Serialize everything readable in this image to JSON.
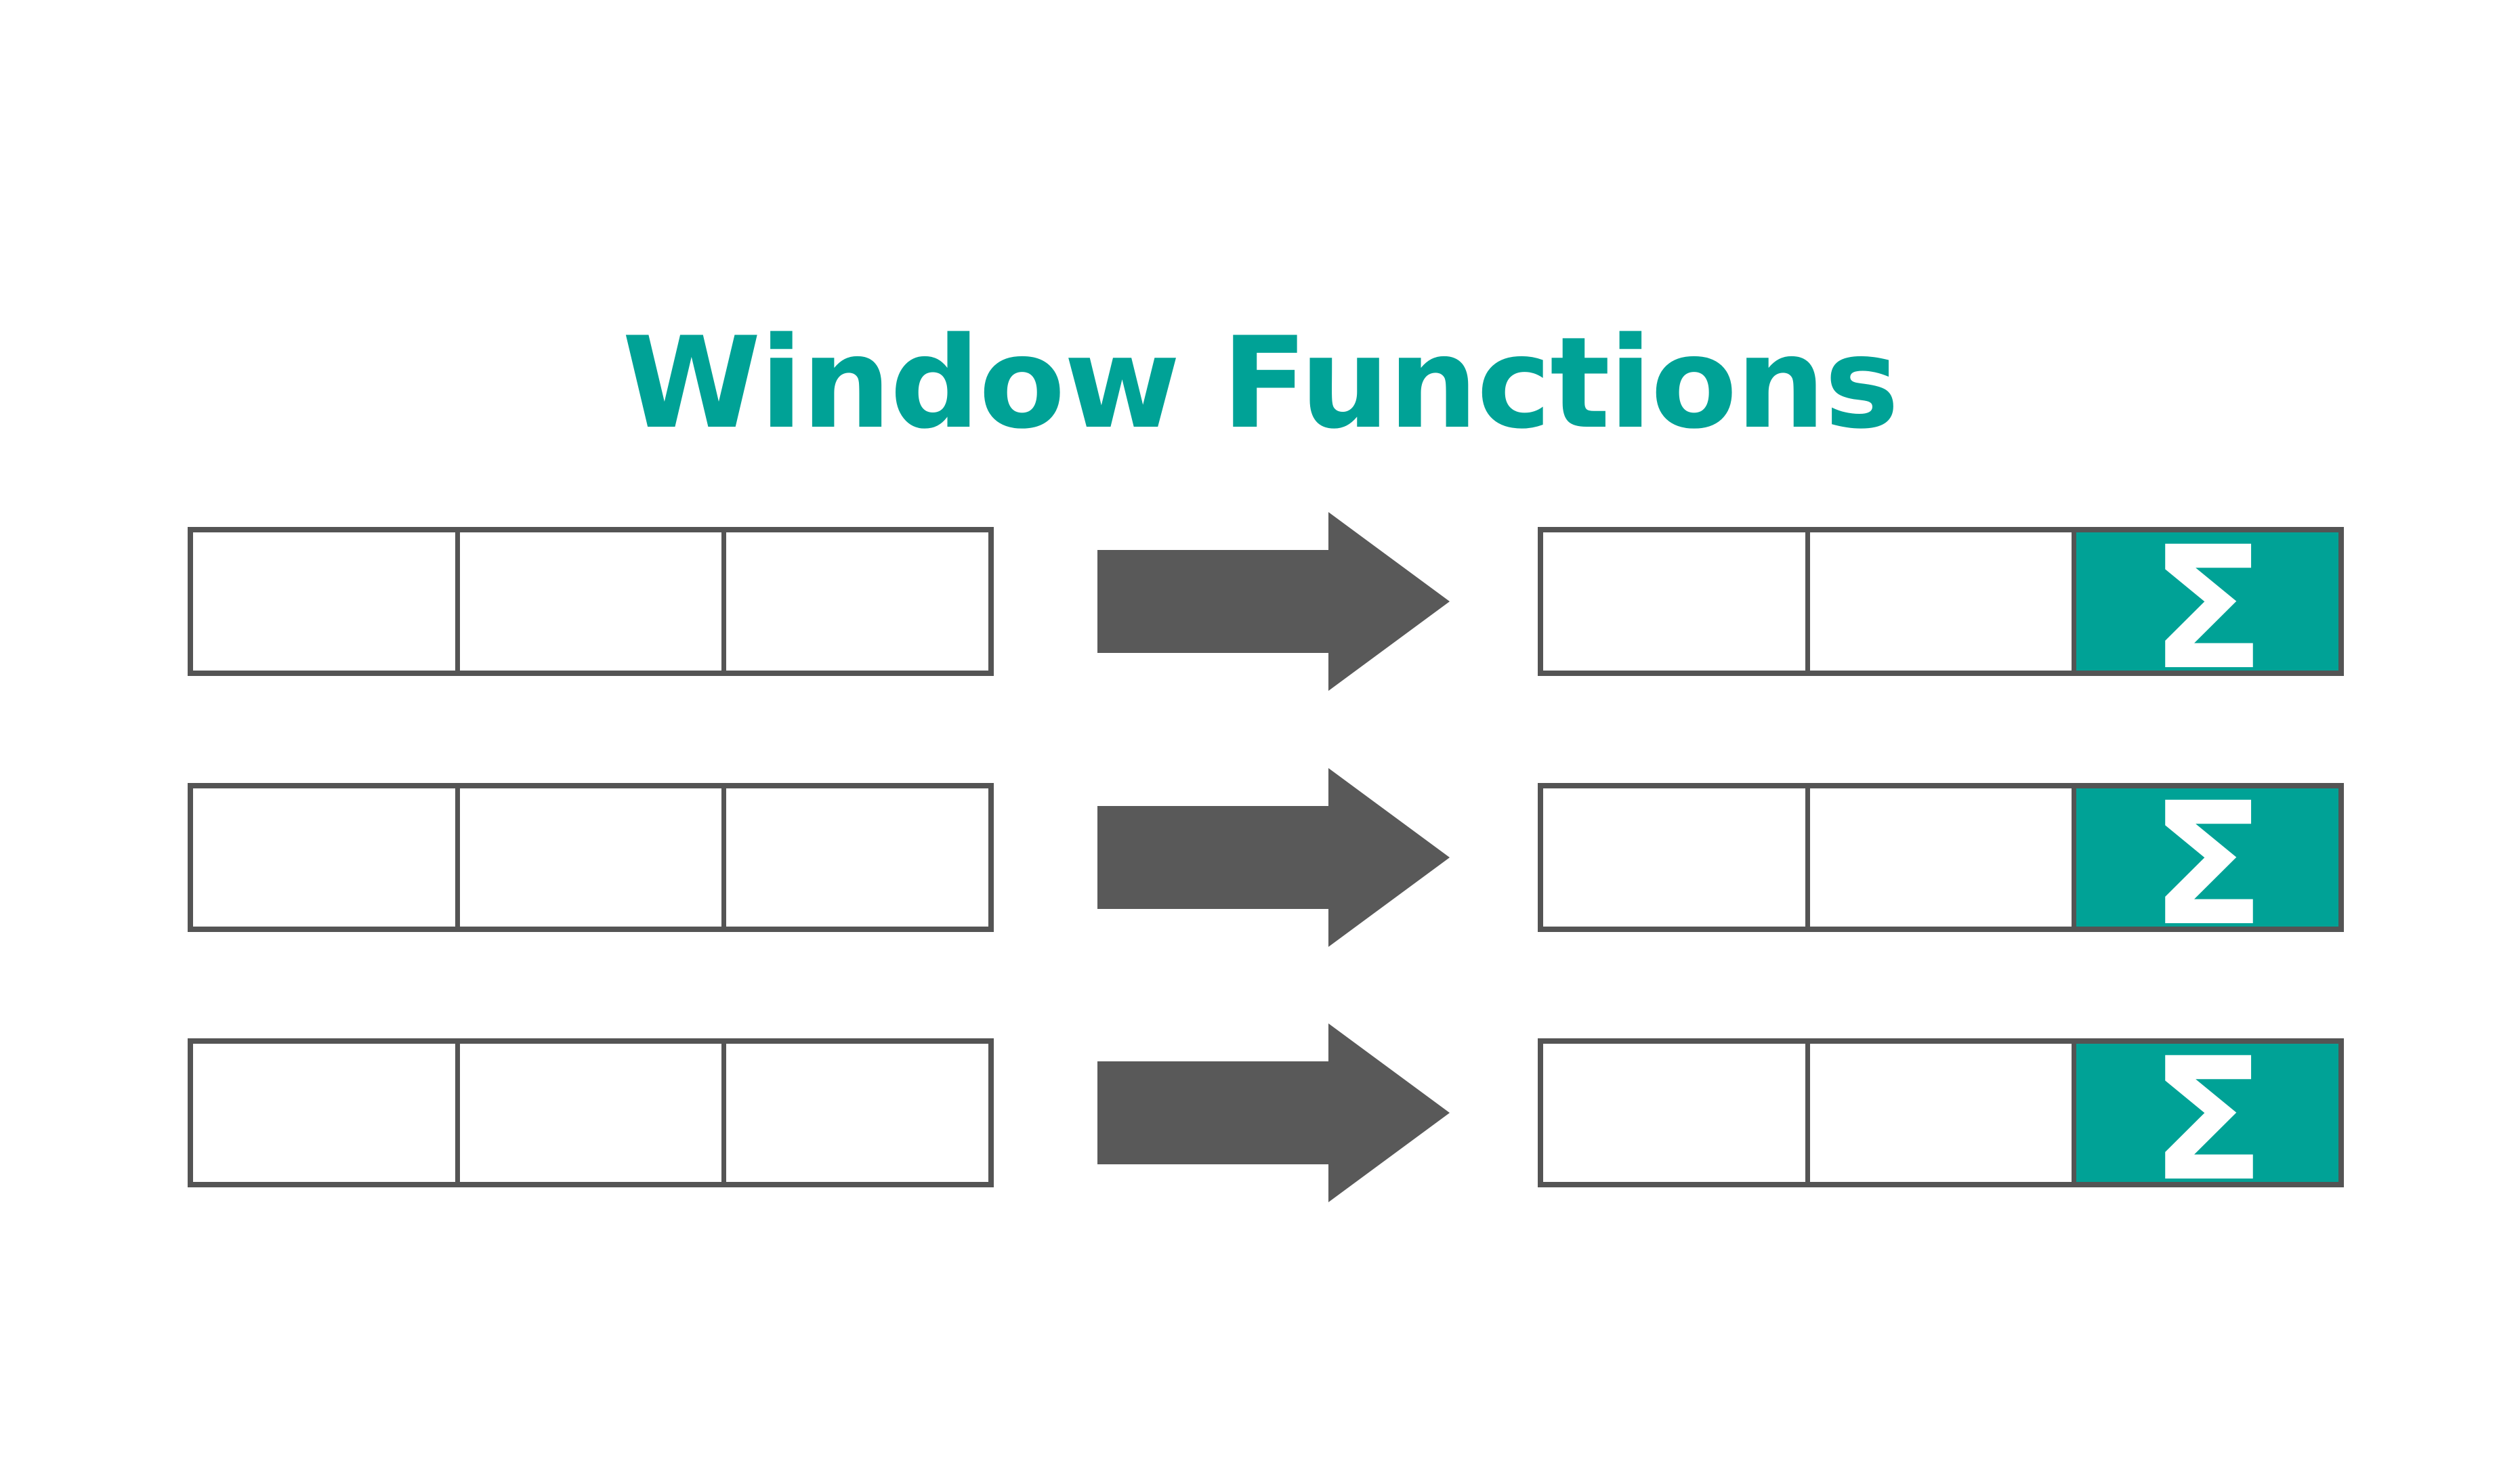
{
  "title": "Window Functions",
  "colors": {
    "teal": "#00A296",
    "arrow_gray": "#595959",
    "border_gray": "#545454",
    "cell_background": "#FFFFFF",
    "sigma_white": "#FFFFFF",
    "page_background": "#FFFFFF"
  },
  "rows": [
    {
      "source": {
        "cells": [
          "",
          "",
          ""
        ]
      },
      "arrow_icon": "right-arrow",
      "result": {
        "cells": [
          "",
          "",
          "Σ"
        ]
      }
    },
    {
      "source": {
        "cells": [
          "",
          "",
          ""
        ]
      },
      "arrow_icon": "right-arrow",
      "result": {
        "cells": [
          "",
          "",
          "Σ"
        ]
      }
    },
    {
      "source": {
        "cells": [
          "",
          "",
          ""
        ]
      },
      "arrow_icon": "right-arrow",
      "result": {
        "cells": [
          "",
          "",
          "Σ"
        ]
      }
    }
  ]
}
